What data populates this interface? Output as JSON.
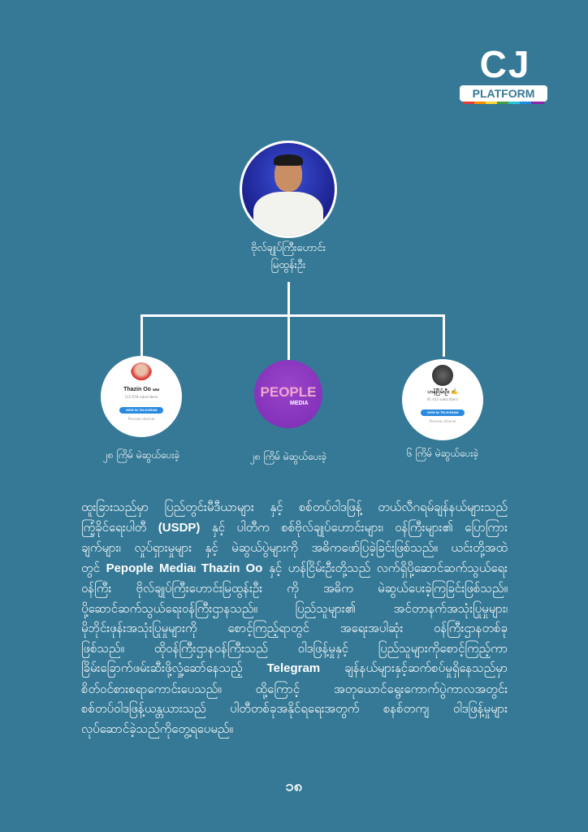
{
  "logo": {
    "cj": "CJ",
    "platform": "PLATFORM"
  },
  "center": {
    "name_line1": "ဗိုလ်ချုပ်ကြီးဟောင်း",
    "name_line2": "မြထွန်းဦး"
  },
  "channels": [
    {
      "title": "Thazin Oo မမ",
      "subscribers": "112 678 subscribers",
      "button": "VIEW IN TELEGRAM",
      "preview": "Preview channel",
      "caption": "၂၈ ကြိမ် မဲဆွယ်ပေးခဲ့"
    },
    {
      "logo_text": "PEOPLE",
      "logo_sub": "MEDIA",
      "caption": "၂၈ ကြိမ် မဲဆွယ်ပေးခဲ့"
    },
    {
      "title": "ဟန်ငြိမ်းဦး ✍",
      "subscribers": "91 432 subscribers",
      "button": "VIEW IN TELEGRAM",
      "preview": "Preview channel",
      "caption": "၆ ကြိမ် မဲဆွယ်ပေးခဲ့"
    }
  ],
  "paragraph": [
    [
      {
        "t": "ထူးခြားသည်မှာ ပြည်တွင်းမီဒီယာများ နှင့် စစ်တပ်ဝါဒဖြန့် တယ်လီဂရမ်ချန်နယ်များသည်"
      }
    ],
    [
      {
        "t": "ကြံ့ခိုင်ရေးပါတီ "
      },
      {
        "t": "(USDP)",
        "b": true
      },
      {
        "t": " နှင့် ပါတီက စစ်ဗိုလ်ချုပ်ဟောင်းများ၊ ဝန်ကြီးများ၏ ပြောကြား"
      }
    ],
    [
      {
        "t": "ချက်များ၊ လှုပ်ရှားမှုများ နှင့် မဲဆွယ်ပွဲများကို အဓိကဖော်ပြခဲ့ခြင်းဖြစ်သည်။ ယင်းတို့အထဲ"
      }
    ],
    [
      {
        "t": "တွင် "
      },
      {
        "t": "Pepople Media၊ Thazin Oo",
        "b": true
      },
      {
        "t": " နှင့် ဟန်ငြိမ်းဦးတို့သည် လက်ရှိပို့ဆောင်ဆက်သွယ်ရေး"
      }
    ],
    [
      {
        "t": "ဝန်ကြီး ဗိုလ်ချုပ်ကြီးဟောင်းမြထွန်းဦး ကို အဓိက မဲဆွယ်ပေးခဲ့ကြခြင်းဖြစ်သည်။"
      }
    ],
    [
      {
        "t": "ပို့ဆောင်ဆက်သွယ်ရေးဝန်ကြီးဌာနသည်။ ပြည်သူများ၏ အင်တာနက်အသုံးပြုမှုများ၊"
      }
    ],
    [
      {
        "t": "မိုဘိုင်းဖုန်းအသုံးပြုမှုများကို စောင့်ကြည့်ရာတွင် အရေးအပါဆုံး ဝန်ကြီးဌာနတစ်ခု"
      }
    ],
    [
      {
        "t": "ဖြစ်သည်။ ထိုဝန်ကြီးဌာနဝန်ကြီးသည် ဝါဒဖြန့်မှုနှင့် ပြည်သူများကိုစောင့်ကြည့်ကာ"
      }
    ],
    [
      {
        "t": "ခြိမ်းခြောက်ဖမ်းဆီးဖို့လှုံ့ဆော်နေသည့် "
      },
      {
        "t": "Telegram",
        "b": true
      },
      {
        "t": " ချန်နယ်များနှင့်ဆက်စပ်မှုရှိနေသည်မှာ"
      }
    ],
    [
      {
        "t": "စိတ်ဝင်စားစရာကောင်းပေသည်။ ထို့ကြောင့် အတုယောင်ရွေးကောက်ပွဲကာလအတွင်း"
      }
    ],
    [
      {
        "t": "စစ်တပ်ဝါဒဖြန့်ယန္တယားသည် ပါတီတစ်ခုအနိုင်ရရေးအတွက် စနစ်တကျ ဝါဒဖြန့်မှုများ"
      }
    ],
    [
      {
        "t": "လုပ်ဆောင်ခဲ့သည်ကိုတွေ့ရပေမည်။"
      }
    ]
  ],
  "page_number": "၁၈"
}
